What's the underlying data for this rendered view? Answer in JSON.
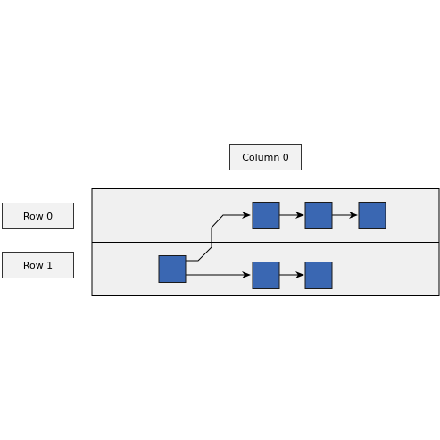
{
  "diagram": {
    "column_header": "Column 0",
    "row_headers": [
      "Row 0",
      "Row 1"
    ]
  },
  "colors": {
    "lane_fill": "#f0f0f0",
    "lane_border": "#000000",
    "node_fill": "#3a67b2",
    "node_border": "#1a1a1a",
    "edge": "#000000",
    "header_fill": "#f2f2f2"
  }
}
